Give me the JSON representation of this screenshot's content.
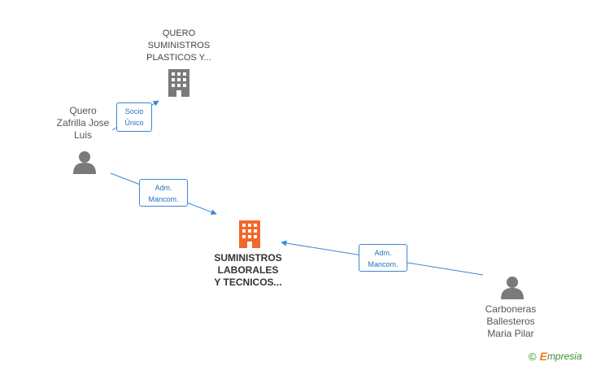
{
  "nodes": {
    "company_top": {
      "lines": [
        "QUERO",
        "SUMINISTROS",
        "PLASTICOS Y..."
      ]
    },
    "person_left": {
      "lines": [
        "Quero",
        "Zafrilla Jose",
        "Luis"
      ]
    },
    "company_main": {
      "lines": [
        "SUMINISTROS",
        "LABORALES",
        "Y TECNICOS..."
      ]
    },
    "person_right": {
      "lines": [
        "Carboneras",
        "Ballesteros",
        "Maria Pilar"
      ]
    }
  },
  "edges": {
    "socio": {
      "lines": [
        "Socio",
        "Único"
      ]
    },
    "adm_left": {
      "lines": [
        "Adm.",
        "Mancom."
      ]
    },
    "adm_right": {
      "lines": [
        "Adm.",
        "Mancom."
      ]
    }
  },
  "colors": {
    "company_gray": "#7a7a7a",
    "company_main": "#f2672a",
    "person": "#7a7a7a",
    "edge": "#3a86d4"
  },
  "brand": {
    "copyright": "©",
    "initial": "E",
    "name": "mpresia"
  }
}
